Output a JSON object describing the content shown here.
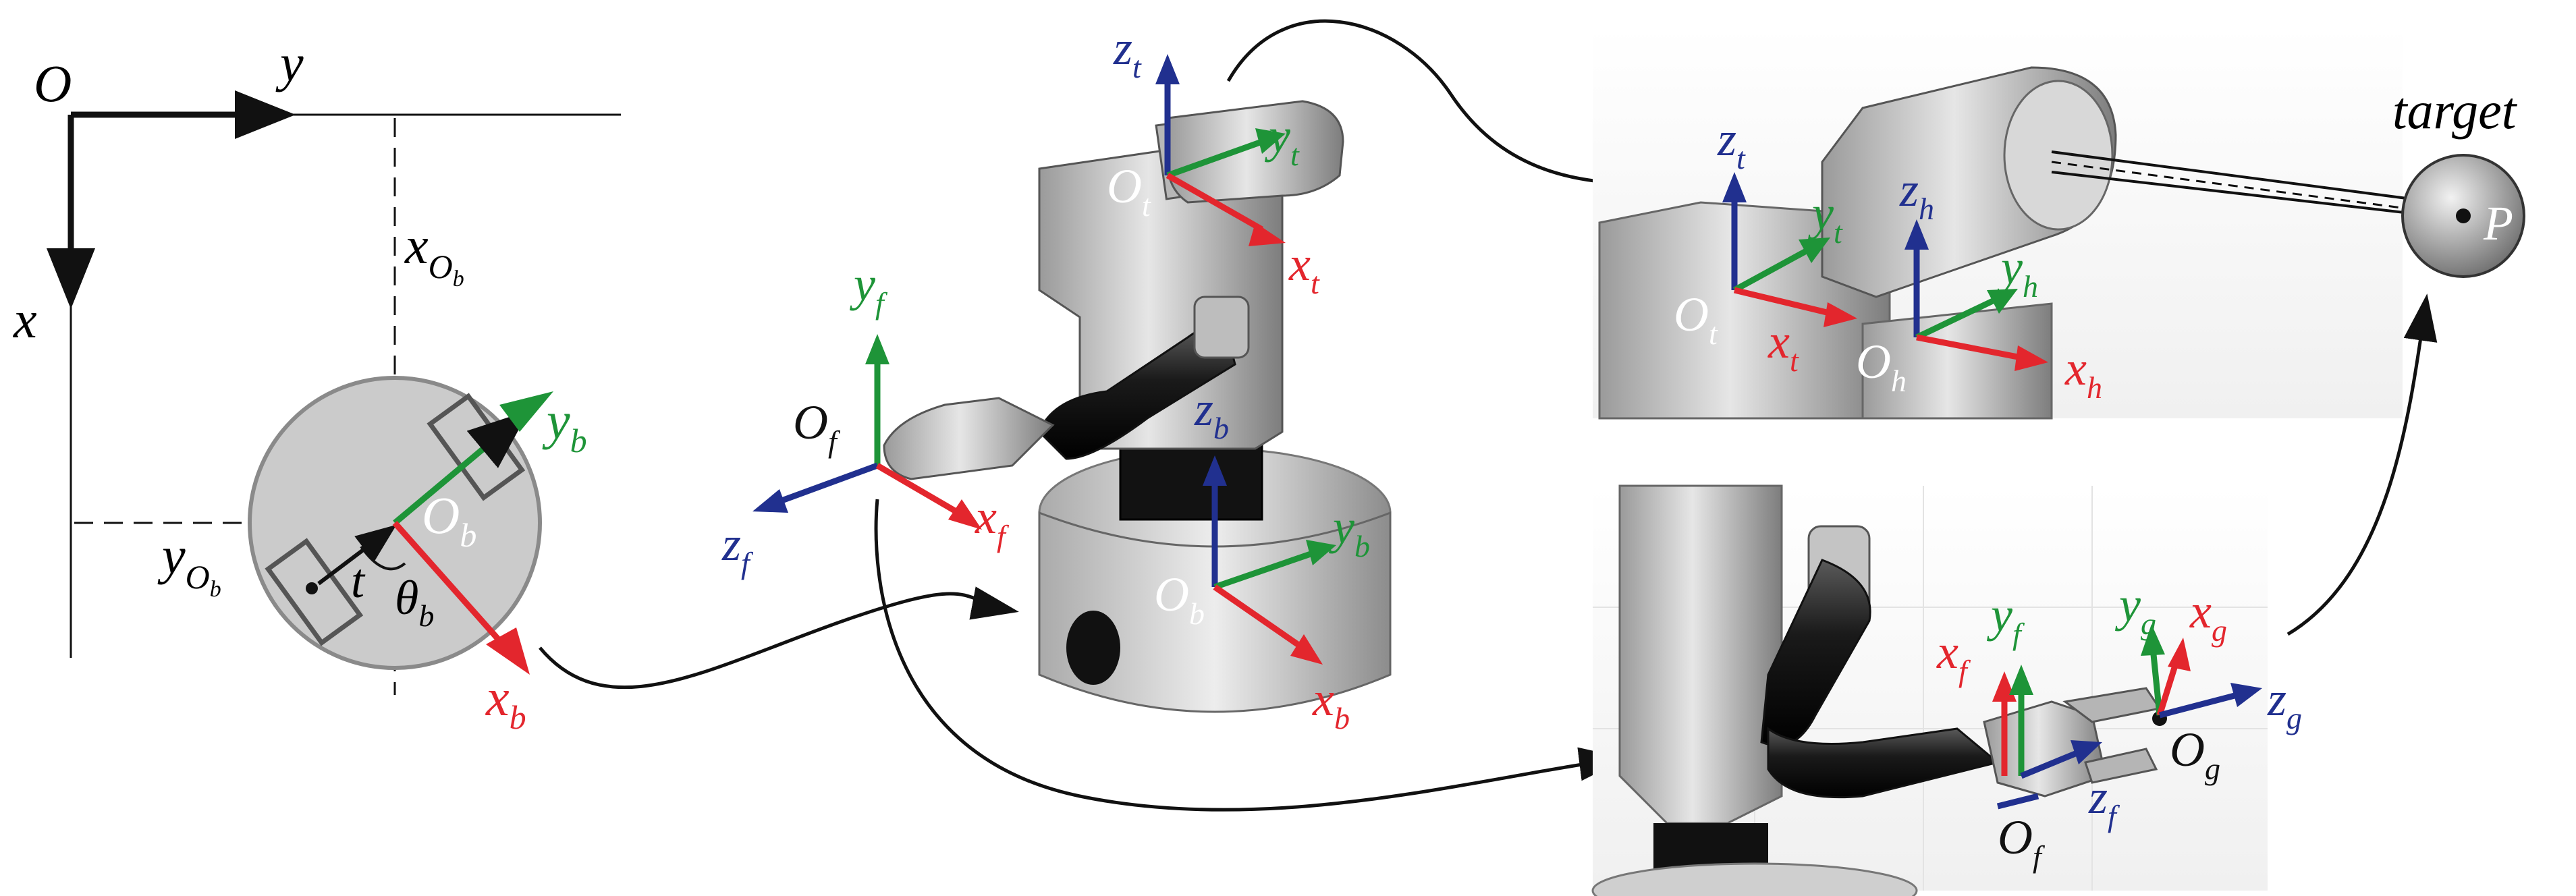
{
  "colors": {
    "x_axis": "#e3262d",
    "y_axis": "#1e9438",
    "z_axis": "#21308f",
    "black": "#111111",
    "base_fill": "#cbcbcb",
    "ball_fill": "#9a9a9a"
  },
  "panel_world": {
    "origin": "O",
    "x": "x",
    "y": "y",
    "x_ob": "x",
    "x_ob_sub": "O",
    "x_ob_subsub": "b",
    "y_ob": "y",
    "y_ob_sub": "O",
    "y_ob_subsub": "b",
    "t": "t",
    "theta": "θ",
    "theta_sub": "b",
    "ob": "O",
    "ob_sub": "b",
    "xb": "x",
    "xb_sub": "b",
    "yb": "y",
    "yb_sub": "b"
  },
  "panel_robot": {
    "zt": "z",
    "zt_sub": "t",
    "yt": "y",
    "yt_sub": "t",
    "ot": "O",
    "ot_sub": "t",
    "xt": "x",
    "xt_sub": "t",
    "yf": "y",
    "yf_sub": "f",
    "of": "O",
    "of_sub": "f",
    "zf": "z",
    "zf_sub": "f",
    "xf": "x",
    "xf_sub": "f",
    "zb": "z",
    "zb_sub": "b",
    "yb": "y",
    "yb_sub": "b",
    "ob": "O",
    "ob_sub": "b",
    "xb": "x",
    "xb_sub": "b"
  },
  "panel_head": {
    "zt": "z",
    "zt_sub": "t",
    "yt": "y",
    "yt_sub": "t",
    "ot": "O",
    "ot_sub": "t",
    "xt": "x",
    "xt_sub": "t",
    "zh": "z",
    "zh_sub": "h",
    "yh": "y",
    "yh_sub": "h",
    "oh": "O",
    "oh_sub": "h",
    "xh": "x",
    "xh_sub": "h"
  },
  "panel_gripper": {
    "xf": "x",
    "xf_sub": "f",
    "yf": "y",
    "yf_sub": "f",
    "yg": "y",
    "yg_sub": "g",
    "xg": "x",
    "xg_sub": "g",
    "zg": "z",
    "zg_sub": "g",
    "og": "O",
    "og_sub": "g",
    "zf": "z",
    "zf_sub": "f",
    "of": "O",
    "of_sub": "f"
  },
  "target": {
    "label": "target",
    "point": "P"
  }
}
